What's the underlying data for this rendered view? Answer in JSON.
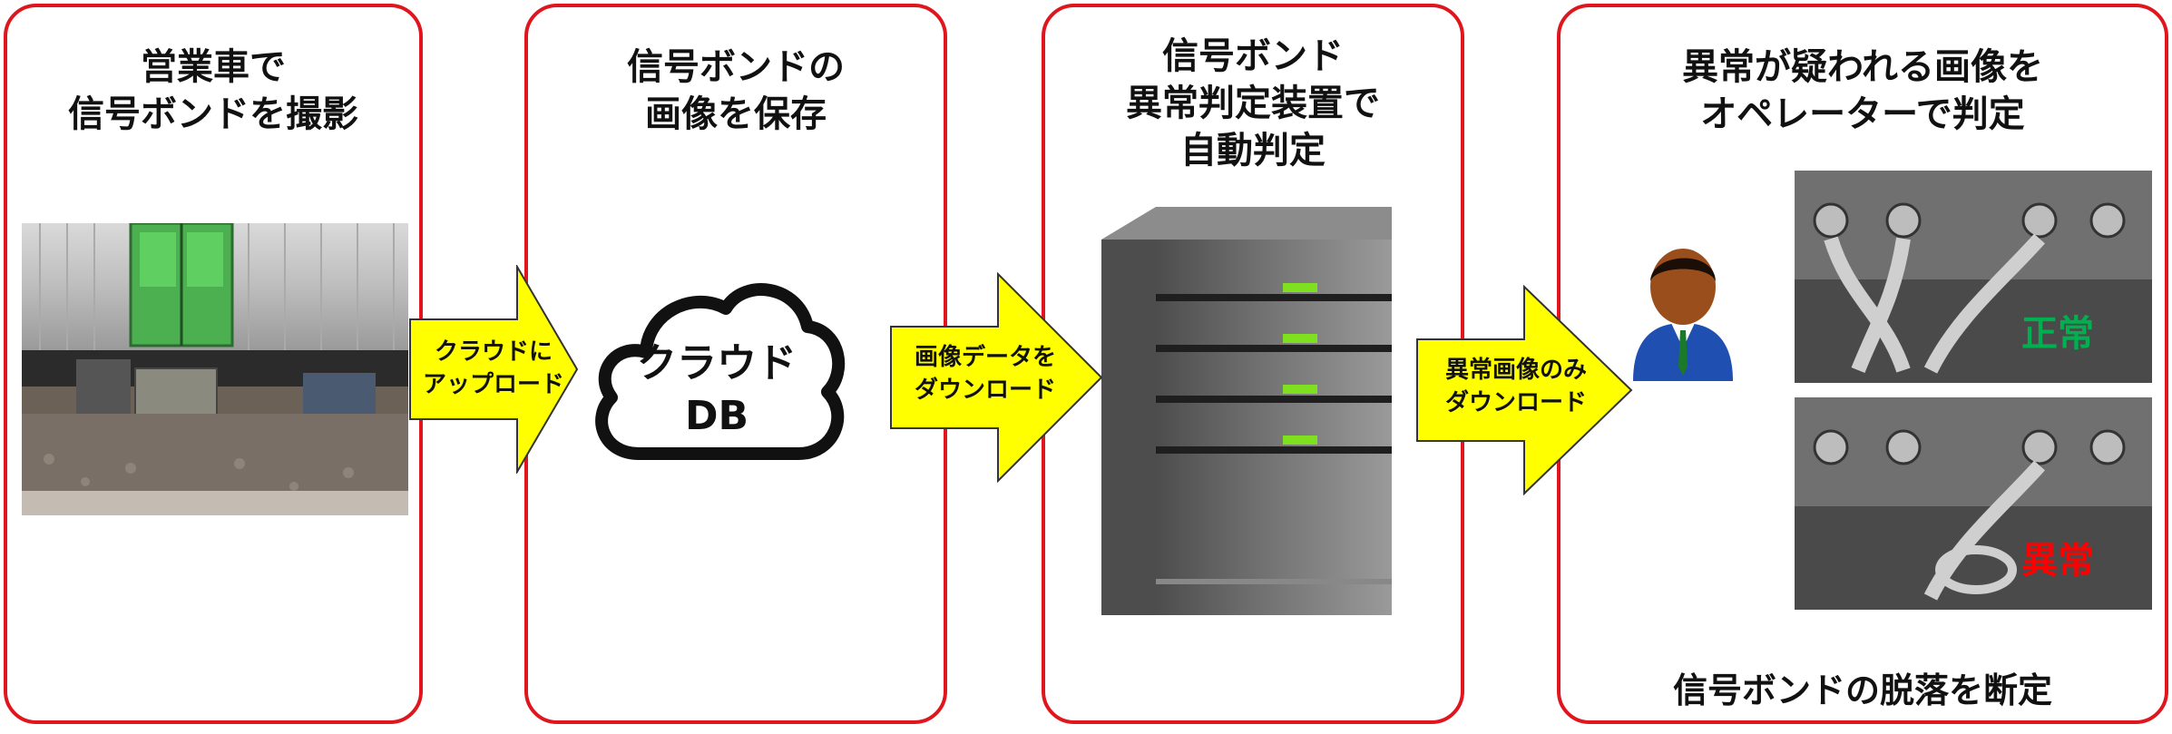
{
  "steps": [
    {
      "title_lines": [
        "営業車で",
        "信号ボンドを撮影"
      ]
    },
    {
      "title_lines": [
        "信号ボンドの",
        "画像を保存"
      ]
    },
    {
      "title_lines": [
        "信号ボンド",
        "異常判定装置で",
        "自動判定"
      ]
    },
    {
      "title_lines": [
        "異常が疑われる画像を",
        "オペレーターで判定"
      ]
    }
  ],
  "arrows": [
    {
      "lines": [
        "クラウドに",
        "アップロード"
      ]
    },
    {
      "lines": [
        "画像データを",
        "ダウンロード"
      ]
    },
    {
      "lines": [
        "異常画像のみ",
        "ダウンロード"
      ]
    }
  ],
  "cloud": {
    "lines": [
      "クラウド",
      "DB"
    ]
  },
  "judgements": {
    "normal": "正常",
    "abnormal": "異常"
  },
  "conclusion": "信号ボンドの脱落を断定",
  "icons": {
    "train": "train-photo",
    "cloud": "cloud-icon",
    "server": "server-icon",
    "operator": "operator-icon",
    "bond_normal": "signal-bond-normal-photo",
    "bond_abnormal": "signal-bond-abnormal-photo"
  },
  "colors": {
    "panel_border": "#e0161e",
    "arrow_fill": "#ffff00",
    "normal": "#00b050",
    "abnormal": "#ff0000",
    "server_led": "#7fe020"
  }
}
